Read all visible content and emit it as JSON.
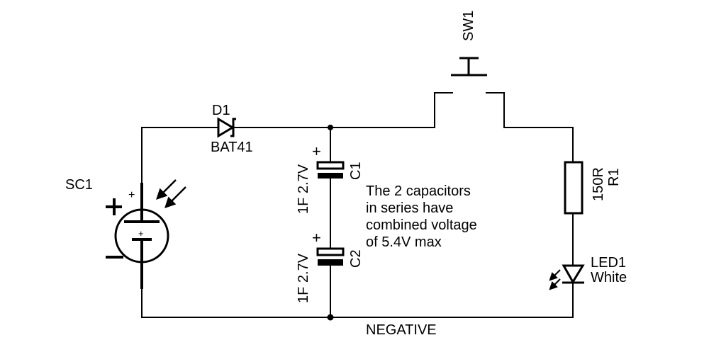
{
  "diagram": {
    "type": "schematic",
    "components": {
      "solar_cell": {
        "ref": "SC1",
        "plus": "+",
        "minus": "−",
        "inner_plus": "+"
      },
      "diode": {
        "ref": "D1",
        "value": "BAT41"
      },
      "cap1": {
        "ref": "C1",
        "value": "1F 2.7V",
        "plus": "+"
      },
      "cap2": {
        "ref": "C2",
        "value": "1F 2.7V",
        "plus": "+"
      },
      "switch": {
        "ref": "SW1"
      },
      "resistor": {
        "ref": "R1",
        "value": "150R"
      },
      "led": {
        "ref": "LED1",
        "value": "White"
      }
    },
    "note": {
      "lines": [
        "The 2 capacitors",
        "in series have",
        "combined voltage",
        "of 5.4V max"
      ]
    },
    "net_label": "NEGATIVE"
  }
}
